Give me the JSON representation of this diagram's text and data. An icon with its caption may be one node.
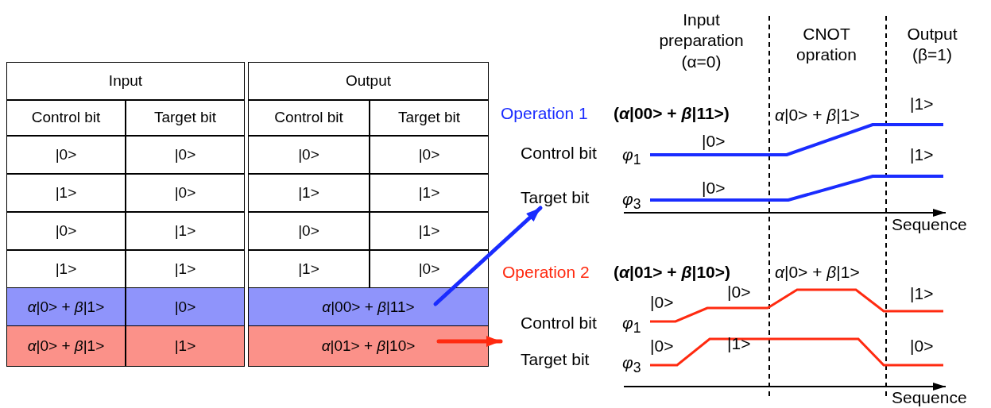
{
  "diagram": {
    "nodes": [
      {
        "text": [
          "*α*|00> + *β*|11>"
        ]
      },
      {
        "text": [
          "*α*|01> + *β*|10>"
        ]
      },
      {
        "text": [
          "Target bit"
        ]
      },
      {
        "text": [
          "Operation 2",
          "(*α*|01> + *β*|10>)"
        ]
      }
    ],
    "edges": [
      {
        "from": 0,
        "to": 2,
        "arrow": "to",
        "color": "#1a2cff"
      },
      {
        "from": 1,
        "to": 3,
        "arrow": "to",
        "color": "#ff2a10"
      }
    ],
    "labels": [
      "Input",
      "Output",
      "Control bit",
      "Target bit",
      "Control bit",
      "Target bit",
      "|0>",
      "|0>",
      "|0>",
      "|0>",
      "|1>",
      "|0>",
      "|1>",
      "|1>",
      "|0>",
      "|1>",
      "|0>",
      "|1>",
      "|1>",
      "|1>",
      "|1>",
      "|0>",
      "*α*|0> + *β*|1>",
      "|0>",
      "*α*|0> + *β*|1>",
      "|1>",
      "Input preparation (α=0)",
      "CNOT opration",
      "Output (β=1)",
      "Operation 1",
      "(*α*|00> + *β*|11>)",
      "*α*|0> + *β*|1>",
      "|1>",
      "Control bit",
      "*φ*$_{1}$",
      "|0>",
      "|1>",
      "*φ*$_{3}$",
      "|0>",
      "Sequence",
      "*α*|0> + *β*|1>",
      "|0>",
      "|0>",
      "|1>",
      "Control bit",
      "*φ*$_{1}$",
      "|0>",
      "|1>",
      "|0>",
      "Target bit",
      "*φ*$_{3}$",
      "Sequence"
    ]
  }
}
